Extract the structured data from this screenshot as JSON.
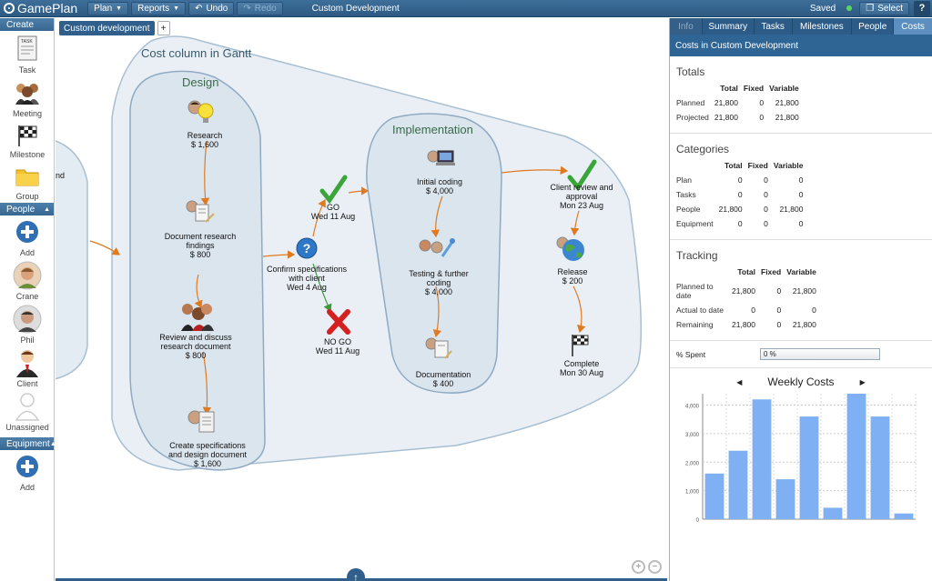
{
  "app": {
    "name": "GamePlan",
    "document_title": "Custom Development",
    "saved_label": "Saved"
  },
  "toolbar": {
    "plan": "Plan",
    "reports": "Reports",
    "undo": "Undo",
    "redo": "Redo",
    "select": "Select",
    "help": "?"
  },
  "palette": {
    "create_header": "Create",
    "create_items": [
      "Task",
      "Meeting",
      "Milestone",
      "Group"
    ],
    "people_header": "People",
    "people_items": [
      "Add",
      "Crane",
      "Phil",
      "Client",
      "Unassigned"
    ],
    "equipment_header": "Equipment",
    "equipment_items": [
      "Add"
    ]
  },
  "canvas": {
    "breadcrumb": "Custom development",
    "add_tab": "+",
    "outer_group": "Cost column in Gantt",
    "left_fragment": "nd",
    "groups": {
      "design": "Design",
      "implementation": "Implementation"
    },
    "nodes": {
      "research": [
        "Research",
        "$ 1,600"
      ],
      "doc_findings": [
        "Document research",
        "findings",
        "$ 800"
      ],
      "review": [
        "Review and discuss",
        "research document",
        "$ 800"
      ],
      "create_specs": [
        "Create specifications",
        "and design document",
        "$ 1,600"
      ],
      "confirm": [
        "Confirm specifications",
        "with client",
        "Wed 4 Aug"
      ],
      "go": [
        "GO",
        "Wed 11 Aug"
      ],
      "nogo": [
        "NO GO",
        "Wed 11 Aug"
      ],
      "initial_coding": [
        "Initial coding",
        "$ 4,000"
      ],
      "testing": [
        "Testing & further",
        "coding",
        "$ 4,000"
      ],
      "documentation": [
        "Documentation",
        "$ 400"
      ],
      "client_review": [
        "Client review and",
        "approval",
        "Mon 23 Aug"
      ],
      "release": [
        "Release",
        "$ 200"
      ],
      "complete": [
        "Complete",
        "Mon 30 Aug"
      ]
    }
  },
  "panel": {
    "tabs": [
      "Info",
      "Summary",
      "Tasks",
      "Milestones",
      "People",
      "Costs"
    ],
    "active_tab": "Costs",
    "title": "Costs in Custom Development",
    "totals": {
      "heading": "Totals",
      "columns": [
        "Total",
        "Fixed",
        "Variable"
      ],
      "rows": [
        [
          "Planned",
          "21,800",
          "0",
          "21,800"
        ],
        [
          "Projected",
          "21,800",
          "0",
          "21,800"
        ]
      ]
    },
    "categories": {
      "heading": "Categories",
      "columns": [
        "Total",
        "Fixed",
        "Variable"
      ],
      "rows": [
        [
          "Plan",
          "0",
          "0",
          "0"
        ],
        [
          "Tasks",
          "0",
          "0",
          "0"
        ],
        [
          "People",
          "21,800",
          "0",
          "21,800"
        ],
        [
          "Equipment",
          "0",
          "0",
          "0"
        ]
      ]
    },
    "tracking": {
      "heading": "Tracking",
      "columns": [
        "Total",
        "Fixed",
        "Variable"
      ],
      "rows": [
        [
          "Planned to date",
          "21,800",
          "0",
          "21,800"
        ],
        [
          "Actual to date",
          "0",
          "0",
          "0"
        ],
        [
          "Remaining",
          "21,800",
          "0",
          "21,800"
        ]
      ]
    },
    "spent": {
      "label": "% Spent",
      "value": "0 %"
    },
    "colors": {
      "bar": "#7fb0f4",
      "header": "#2f6595"
    }
  },
  "chart_data": {
    "type": "bar",
    "title": "Weekly Costs",
    "values": [
      1600,
      2400,
      4200,
      1400,
      3600,
      400,
      4400,
      3600,
      200
    ],
    "ylim": [
      0,
      4400
    ],
    "yticks": [
      0,
      1000,
      2000,
      3000,
      4000
    ],
    "ytick_labels": [
      "0",
      "1,000",
      "2,000",
      "3,000",
      "4,000"
    ],
    "grid": true
  }
}
